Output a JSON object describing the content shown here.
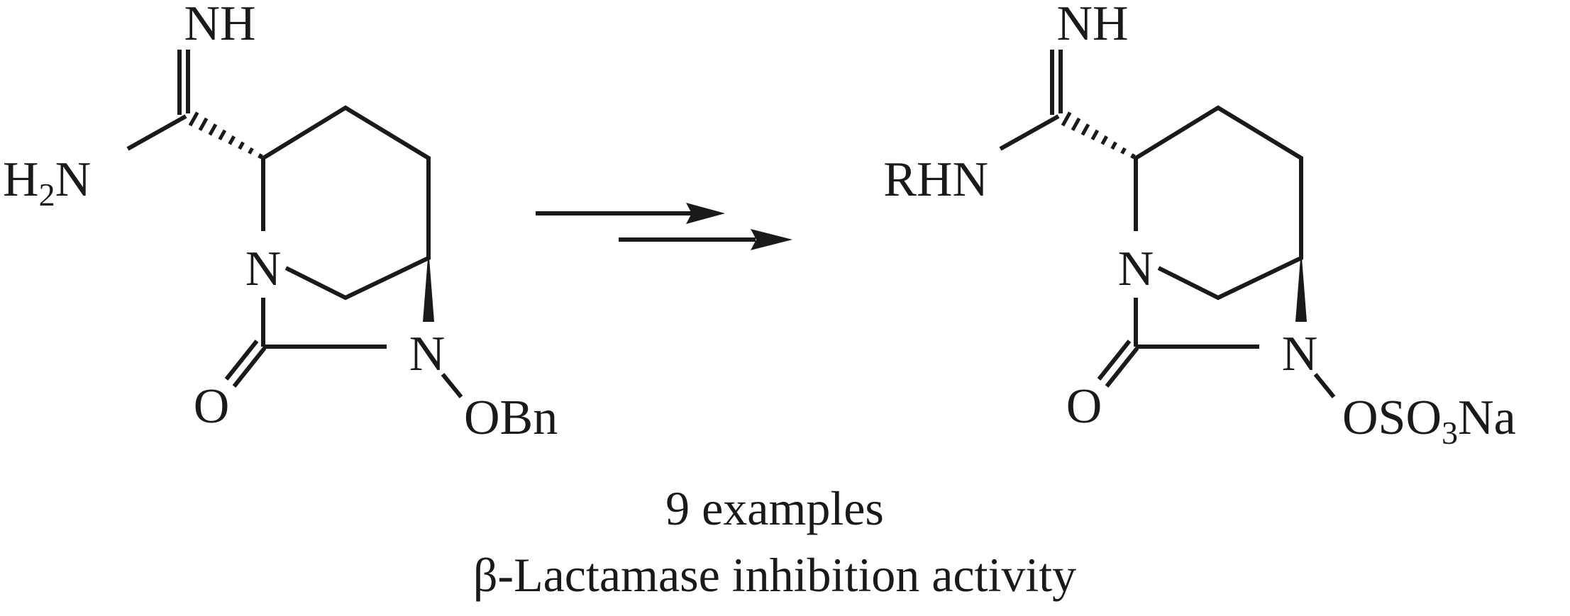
{
  "colors": {
    "ink": "#1a1a1a",
    "background": "#ffffff"
  },
  "reactant": {
    "imine": "NH",
    "amine_h": "H",
    "amine_sub": "2",
    "amine_n": "N",
    "ring_n": "N",
    "lactam_n": "N",
    "carbonyl_o": "O",
    "n_substituent": "OBn"
  },
  "product": {
    "imine": "NH",
    "amine": "RHN",
    "ring_n": "N",
    "lactam_n": "N",
    "carbonyl_o": "O",
    "n_sub_1": "OSO",
    "n_sub_sub": "3",
    "n_sub_2": "Na"
  },
  "caption": {
    "line1": "9 examples",
    "line2": "β-Lactamase inhibition activity"
  }
}
